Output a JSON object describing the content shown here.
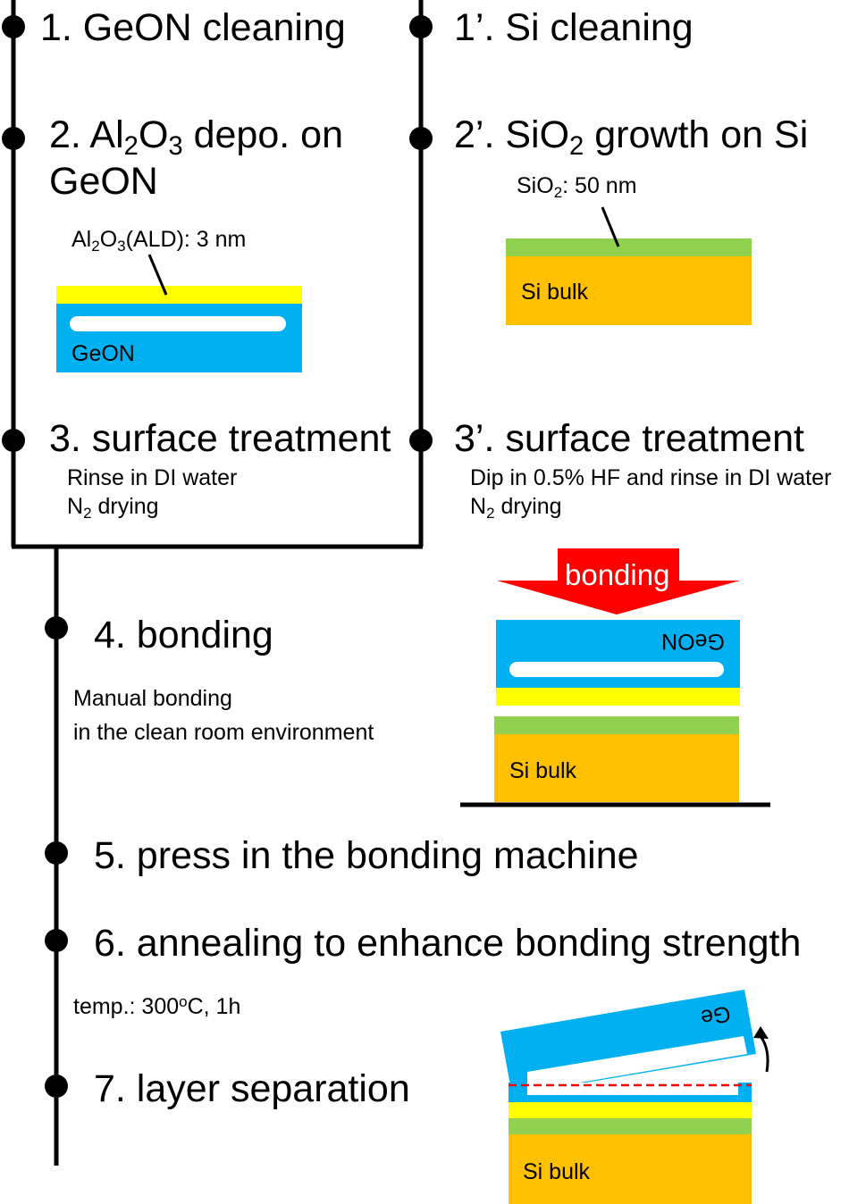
{
  "left_steps": {
    "s1": "1. GeON cleaning",
    "s2_pre": "2. Al",
    "s2_sub1": "2",
    "s2_mid": "O",
    "s2_sub2": "3",
    "s2_post": " depo. on",
    "s2_line2": "GeON",
    "s3": "3. surface treatment",
    "s3_note1": "Rinse in DI water",
    "s3_note2_pre": "N",
    "s3_note2_sub": "2",
    "s3_note2_post": " drying"
  },
  "right_steps": {
    "s1": "1’. Si cleaning",
    "s2_pre": "2’. SiO",
    "s2_sub": "2",
    "s2_post": " growth on Si",
    "s3": "3’. surface treatment",
    "s3_note1": "Dip in 0.5% HF and rinse in DI water",
    "s3_note2_pre": "N",
    "s3_note2_sub": "2",
    "s3_note2_post": " drying"
  },
  "lower_steps": {
    "s4": "4. bonding",
    "s4_note1": "Manual bonding",
    "s4_note2": "in the clean room environment",
    "s5": "5. press in the bonding machine",
    "s6": "6. annealing to enhance bonding strength",
    "s6_note_pre": "temp.: 300",
    "s6_note_sup": "o",
    "s6_note_post": "C, 1h",
    "s7": "7. layer separation"
  },
  "labels": {
    "al2o3_pre": "Al",
    "al2o3_sub1": "2",
    "al2o3_mid": "O",
    "al2o3_sub2": "3",
    "al2o3_post": "(ALD): 3 nm",
    "geon": "GeON",
    "sio2_pre": "SiO",
    "sio2_sub": "2",
    "sio2_post": ": 50 nm",
    "si_bulk": "Si bulk",
    "bonding_arrow": "bonding",
    "geon_flipped": "GeON",
    "ge_flipped": "Ge",
    "si_bulk_2": "Si bulk",
    "si_bulk_3": "Si bulk"
  },
  "colors": {
    "al2o3": "#ffff00",
    "geon": "#00b0f0",
    "sio2": "#92d050",
    "si": "#ffc000",
    "arrow": "#ff0000"
  }
}
